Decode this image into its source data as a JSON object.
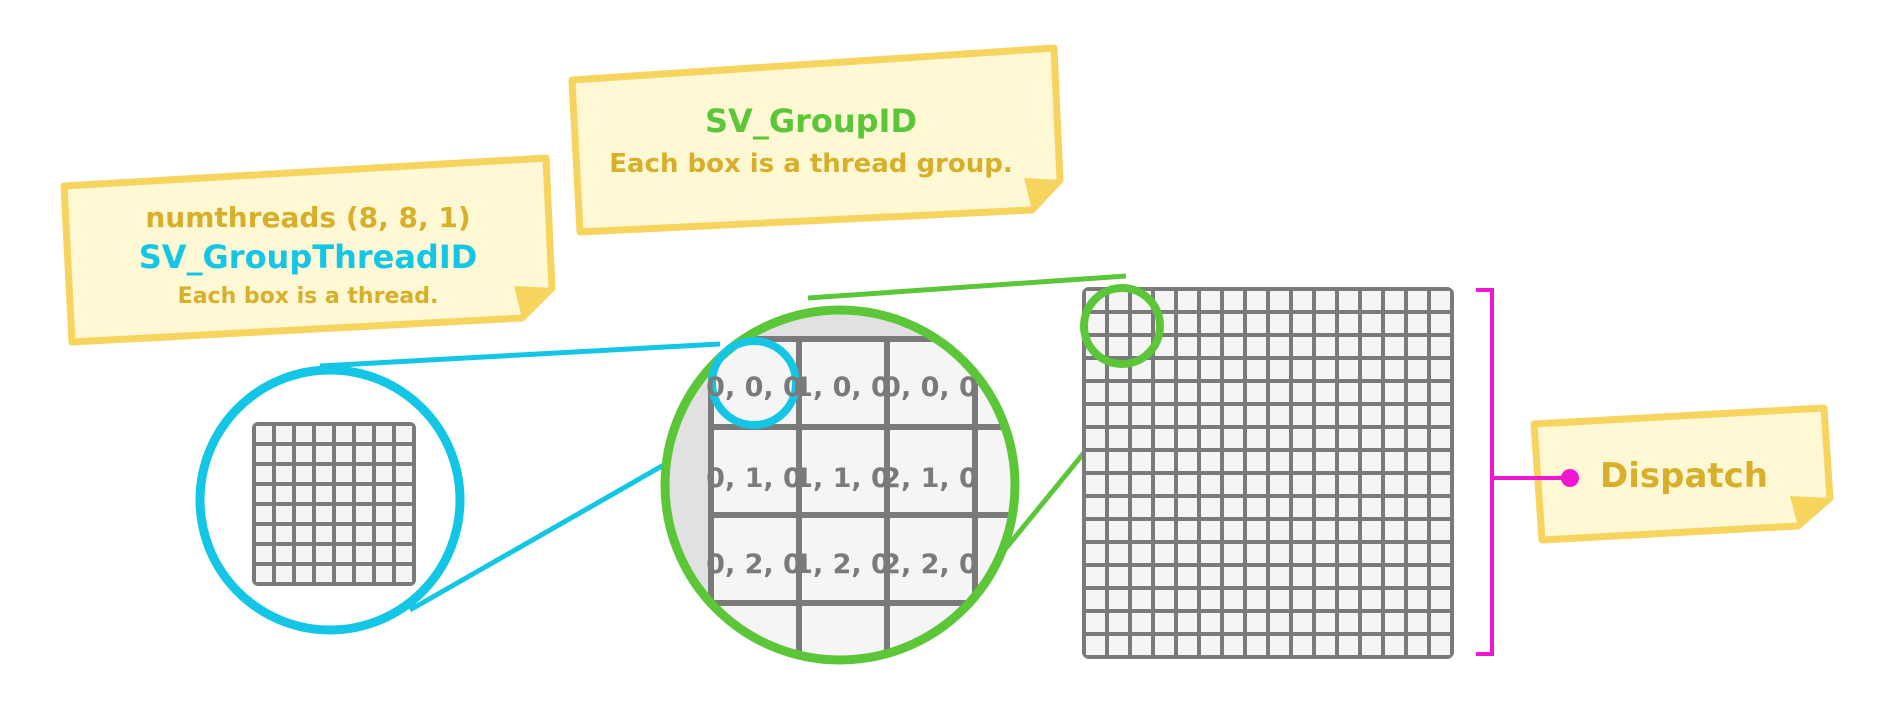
{
  "notes": {
    "groupid": {
      "title": "SV_GroupID",
      "subtitle": "Each box is a thread group."
    },
    "groupthreadid": {
      "line1": "numthreads (8, 8, 1)",
      "title": "SV_GroupThreadID",
      "subtitle": "Each box is a thread."
    },
    "dispatch": {
      "label": "Dispatch"
    }
  },
  "zoom_cells": [
    [
      "0, 0, 0",
      "1, 0, 0",
      "0, 0, 0"
    ],
    [
      "0, 1, 0",
      "1, 1, 0",
      "2, 1, 0"
    ],
    [
      "0, 2, 0",
      "1, 2, 0",
      "2, 2, 0"
    ]
  ],
  "colors": {
    "note_fill": "#FEF8D4",
    "note_border": "#F6D45E",
    "note_text": "#D7AF2A",
    "green": "#5CC639",
    "cyan": "#13C6E6",
    "magenta": "#F017D2",
    "grid_gray": "#7A7A7A",
    "cell_fill": "#F5F5F5"
  }
}
